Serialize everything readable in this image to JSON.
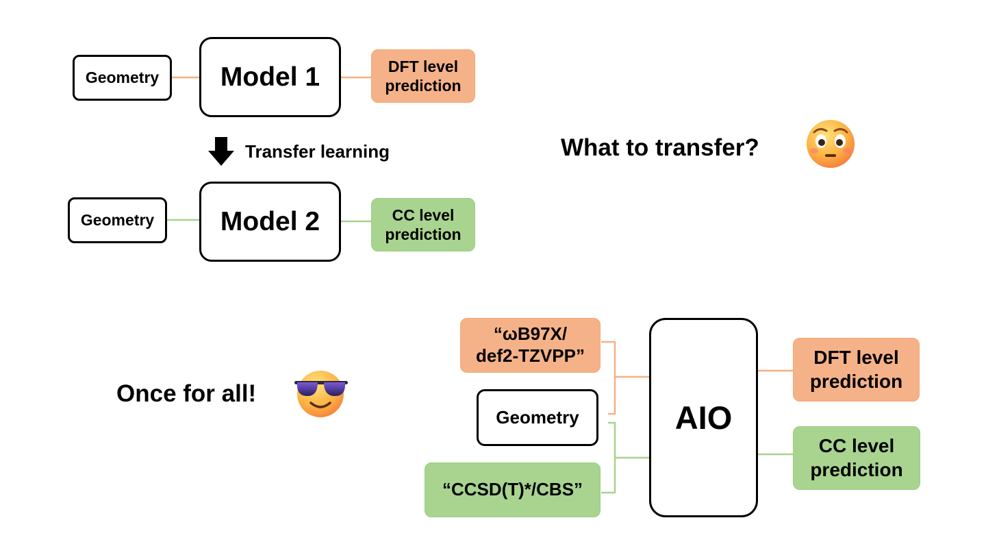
{
  "top": {
    "geometry_1": "Geometry",
    "model_1": "Model 1",
    "dft_prediction_1": "DFT level prediction",
    "transfer_label": "Transfer learning",
    "geometry_2": "Geometry",
    "model_2": "Model 2",
    "cc_prediction_1": "CC level prediction",
    "question": "What to transfer?"
  },
  "bottom": {
    "slogan": "Once for all!",
    "dft_method": "“ωB97X/ def2-TZVPP”",
    "geometry": "Geometry",
    "cc_method": "“CCSD(T)*/CBS”",
    "aio": "AIO",
    "dft_prediction": "DFT level prediction",
    "cc_prediction": "CC level prediction"
  },
  "colors": {
    "orange_fill": "#f5b288",
    "green_fill": "#a8d490",
    "orange_line": "#f4b183",
    "green_line": "#a9d18e"
  },
  "icons": {
    "down_arrow": "down-arrow-icon",
    "worried_face": "worried-face-icon",
    "sunglasses_face": "sunglasses-face-icon"
  }
}
